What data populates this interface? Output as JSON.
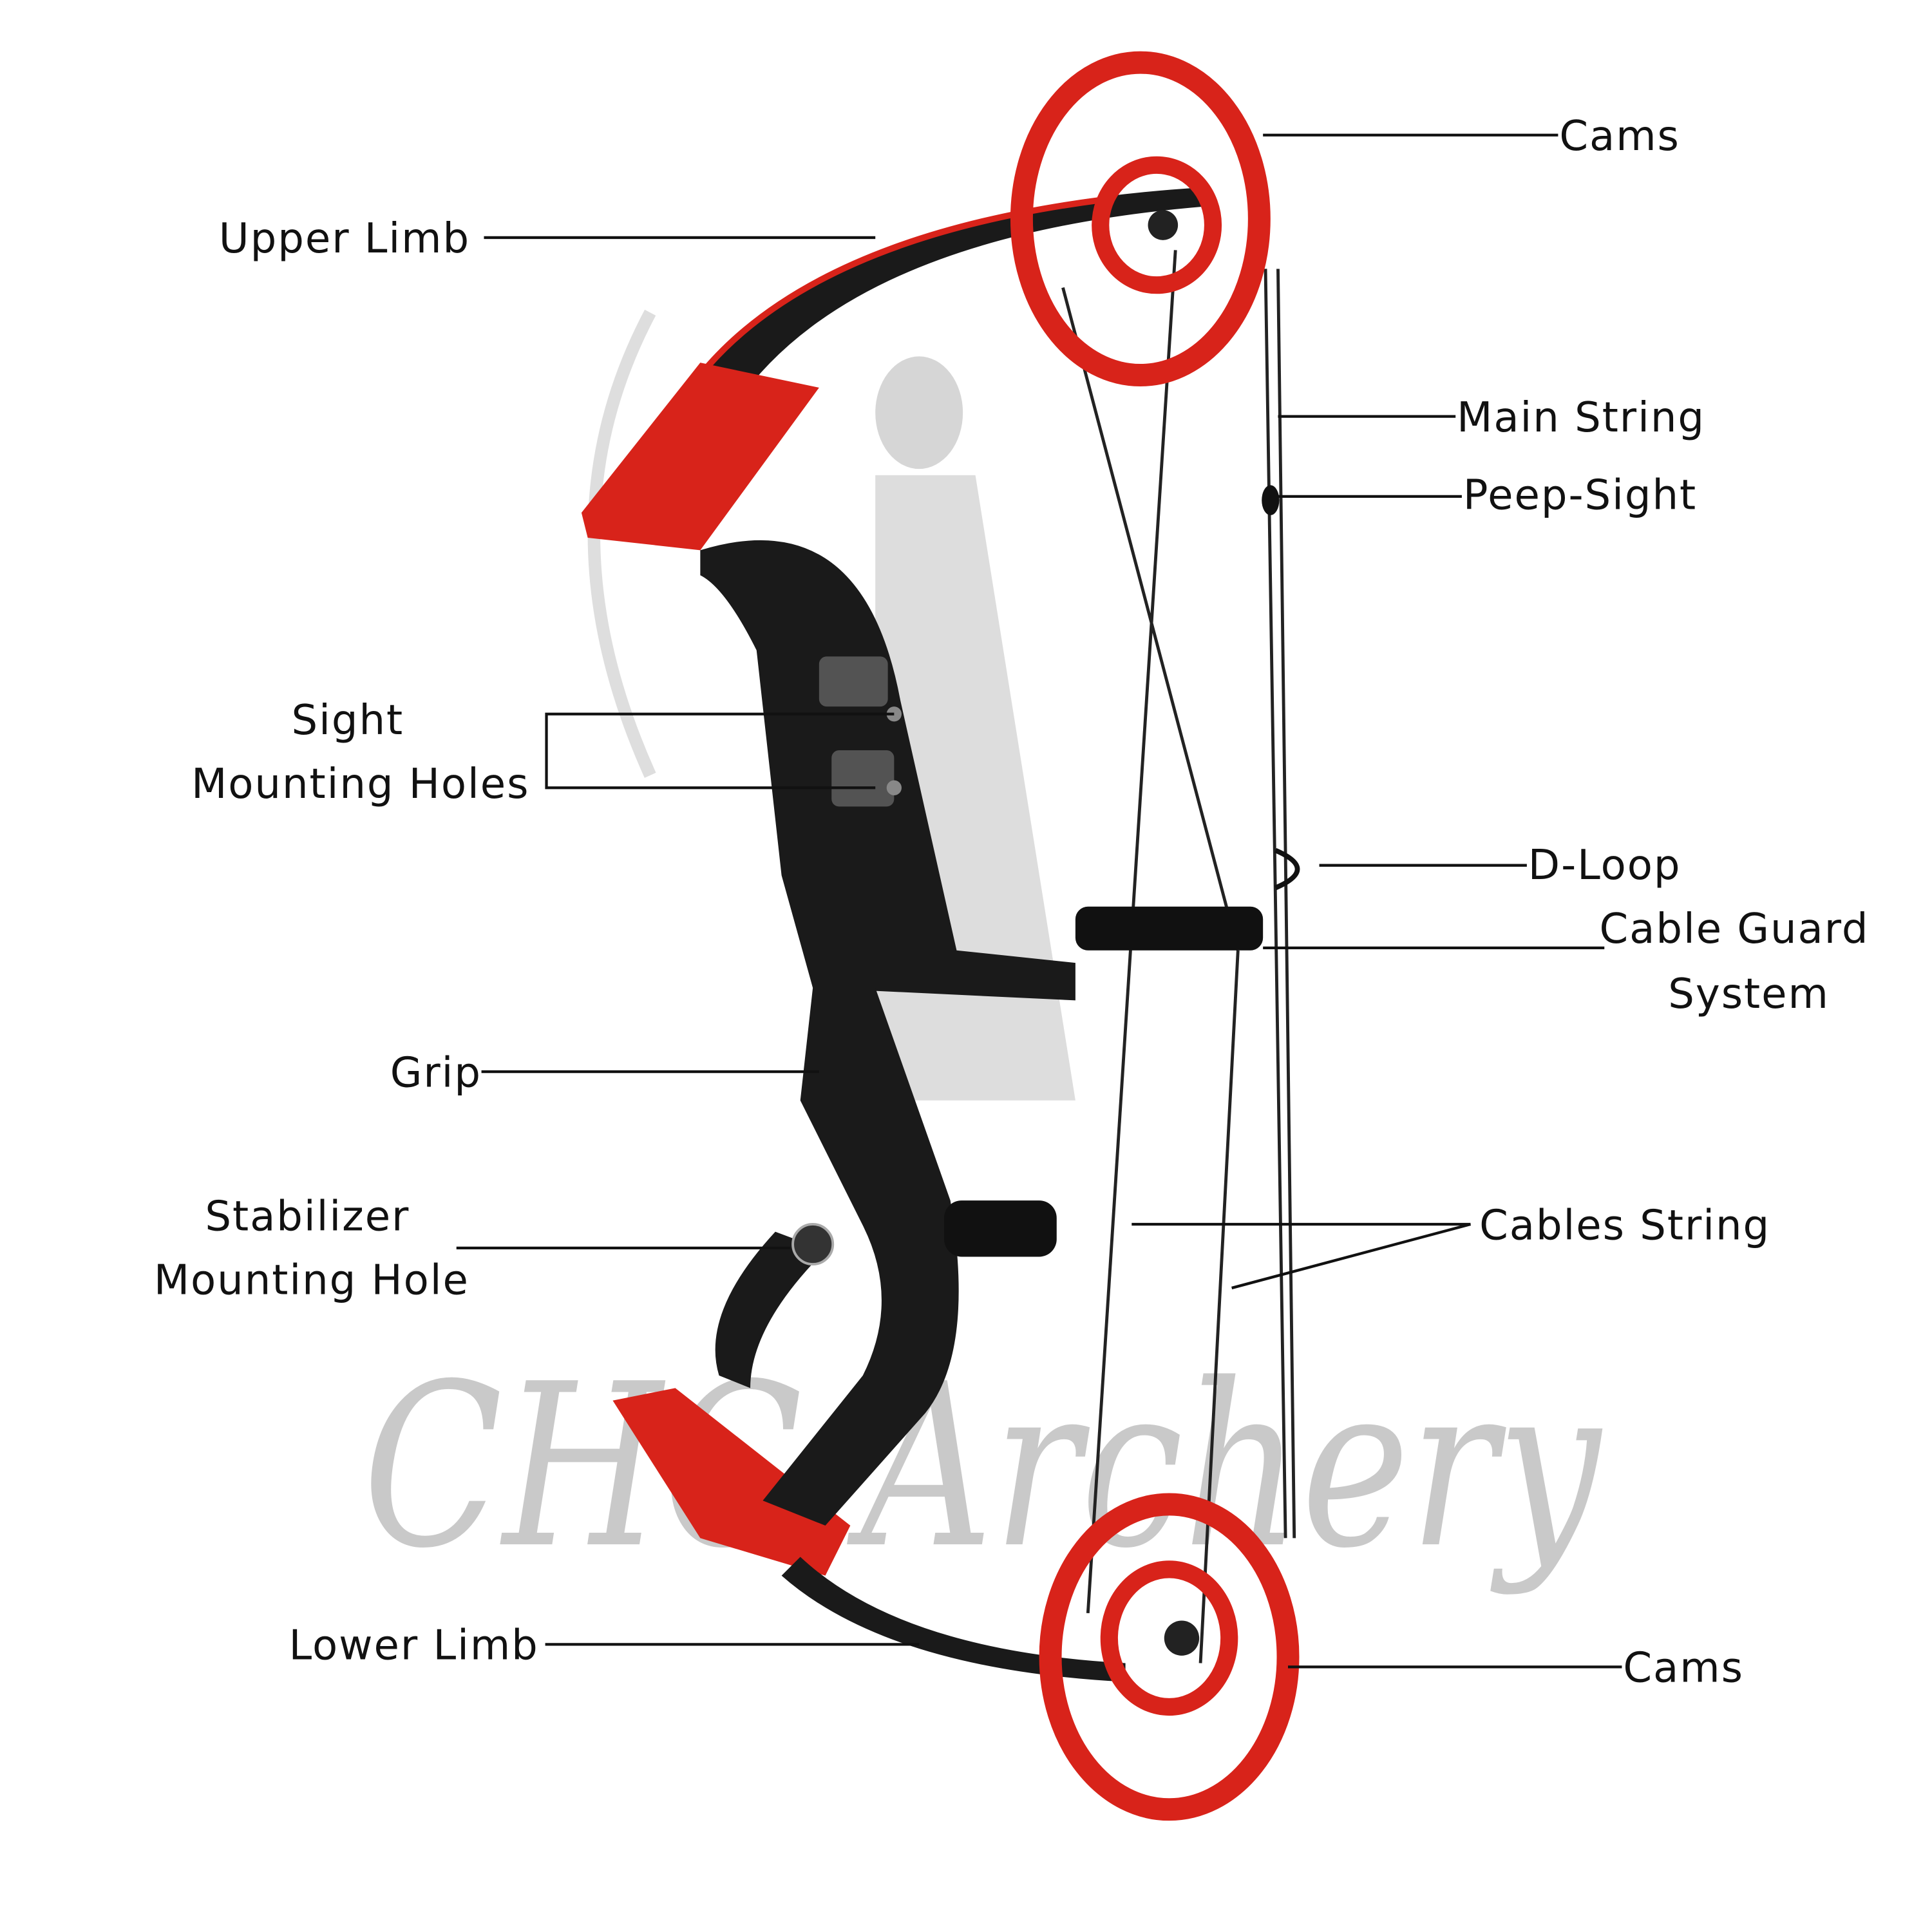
{
  "watermark": "CHC Archery",
  "labels": {
    "cams_top": "Cams",
    "upper_limb": "Upper Limb",
    "main_string": "Main String",
    "peep_sight": "Peep-Sight",
    "sight_mounting_holes": [
      "Sight",
      "Mounting Holes"
    ],
    "d_loop": "D-Loop",
    "cable_guard_system": [
      "Cable Guard",
      "System"
    ],
    "grip": "Grip",
    "stabilizer_mounting_hole": [
      "Stabilizer",
      "Mounting Hole"
    ],
    "cables_string": "Cables String",
    "lower_limb": "Lower Limb",
    "cams_bottom": "Cams"
  },
  "colors": {
    "cam_red": "#d8231a",
    "riser_black": "#1a1a1a",
    "watermark": "#b8b8b8"
  }
}
